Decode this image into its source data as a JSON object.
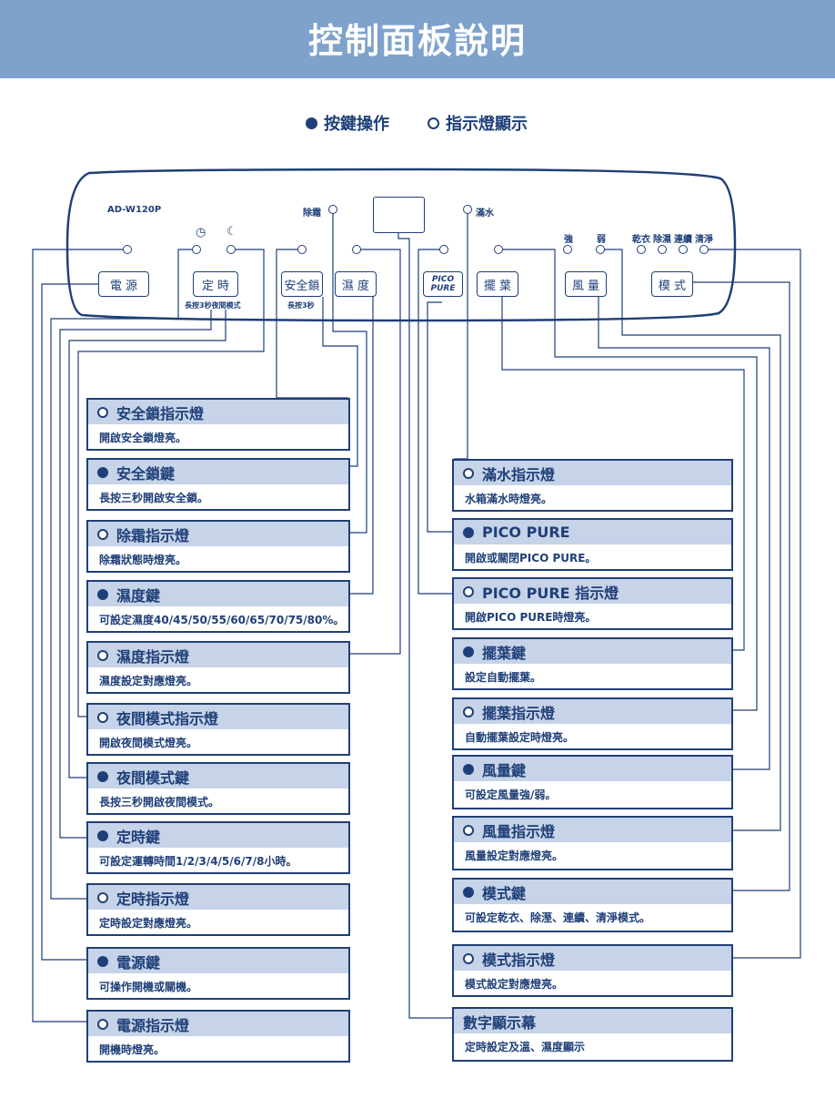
{
  "title": "控制面板說明",
  "legend": {
    "button_op": "按鍵操作",
    "indicator": "指示燈顯示"
  },
  "panel": {
    "model": "AD-W120P",
    "defrost_label": "除霜",
    "full_label": "滿水",
    "fan_strong": "強",
    "fan_weak": "弱",
    "mode_dry": "乾衣",
    "mode_dehum": "除濕",
    "mode_cont": "連續",
    "mode_purify": "清淨",
    "btn_power": "電 源",
    "btn_timer": "定 時",
    "timer_note": "長按3秒夜間模式",
    "btn_lock": "安全鎖",
    "lock_note": "長按3秒",
    "btn_humidity": "濕 度",
    "btn_pico_line1": "PICO",
    "btn_pico_line2": "PURE",
    "btn_swing": "擺 葉",
    "btn_fan": "風 量",
    "btn_mode": "模 式"
  },
  "left_cards": [
    {
      "icon": "hollow",
      "title": "安全鎖指示燈",
      "desc": "開啟安全鎖燈亮。"
    },
    {
      "icon": "filled",
      "title": "安全鎖鍵",
      "desc": "長按三秒開啟安全鎖。"
    },
    {
      "icon": "hollow",
      "title": "除霜指示燈",
      "desc": "除霜狀態時燈亮。"
    },
    {
      "icon": "filled",
      "title": "濕度鍵",
      "desc": "可設定濕度40/45/50/55/60/65/70/75/80%。"
    },
    {
      "icon": "hollow",
      "title": "濕度指示燈",
      "desc": "濕度設定對應燈亮。"
    },
    {
      "icon": "hollow",
      "title": "夜間模式指示燈",
      "desc": "開啟夜間模式燈亮。"
    },
    {
      "icon": "filled",
      "title": "夜間模式鍵",
      "desc": "長按三秒開啟夜間模式。"
    },
    {
      "icon": "filled",
      "title": "定時鍵",
      "desc": "可設定運轉時間1/2/3/4/5/6/7/8小時。"
    },
    {
      "icon": "hollow",
      "title": "定時指示燈",
      "desc": "定時設定對應燈亮。"
    },
    {
      "icon": "filled",
      "title": "電源鍵",
      "desc": "可操作開機或關機。"
    },
    {
      "icon": "hollow",
      "title": "電源指示燈",
      "desc": "開機時燈亮。"
    }
  ],
  "right_cards": [
    {
      "icon": "hollow",
      "title": "滿水指示燈",
      "desc": "水箱滿水時燈亮。"
    },
    {
      "icon": "filled",
      "title": "PICO PURE",
      "desc": "開啟或關閉PICO PURE。"
    },
    {
      "icon": "hollow",
      "title": "PICO PURE 指示燈",
      "desc": "開啟PICO PURE時燈亮。"
    },
    {
      "icon": "filled",
      "title": "擺葉鍵",
      "desc": "設定自動擺葉。"
    },
    {
      "icon": "hollow",
      "title": "擺葉指示燈",
      "desc": "自動擺葉設定時燈亮。"
    },
    {
      "icon": "filled",
      "title": "風量鍵",
      "desc": "可設定風量強/弱。"
    },
    {
      "icon": "hollow",
      "title": "風量指示燈",
      "desc": "風量設定對應燈亮。"
    },
    {
      "icon": "filled",
      "title": "模式鍵",
      "desc": "可設定乾衣、除溼、連續、清淨模式。"
    },
    {
      "icon": "hollow",
      "title": "模式指示燈",
      "desc": "模式設定對應燈亮。"
    },
    {
      "icon": "none",
      "title": "數字顯示幕",
      "desc": "定時設定及溫、濕度顯示"
    }
  ],
  "colors": {
    "navy": "#1f3f78",
    "banner": "#7ea2cb",
    "card_head": "#c6d3e8"
  }
}
